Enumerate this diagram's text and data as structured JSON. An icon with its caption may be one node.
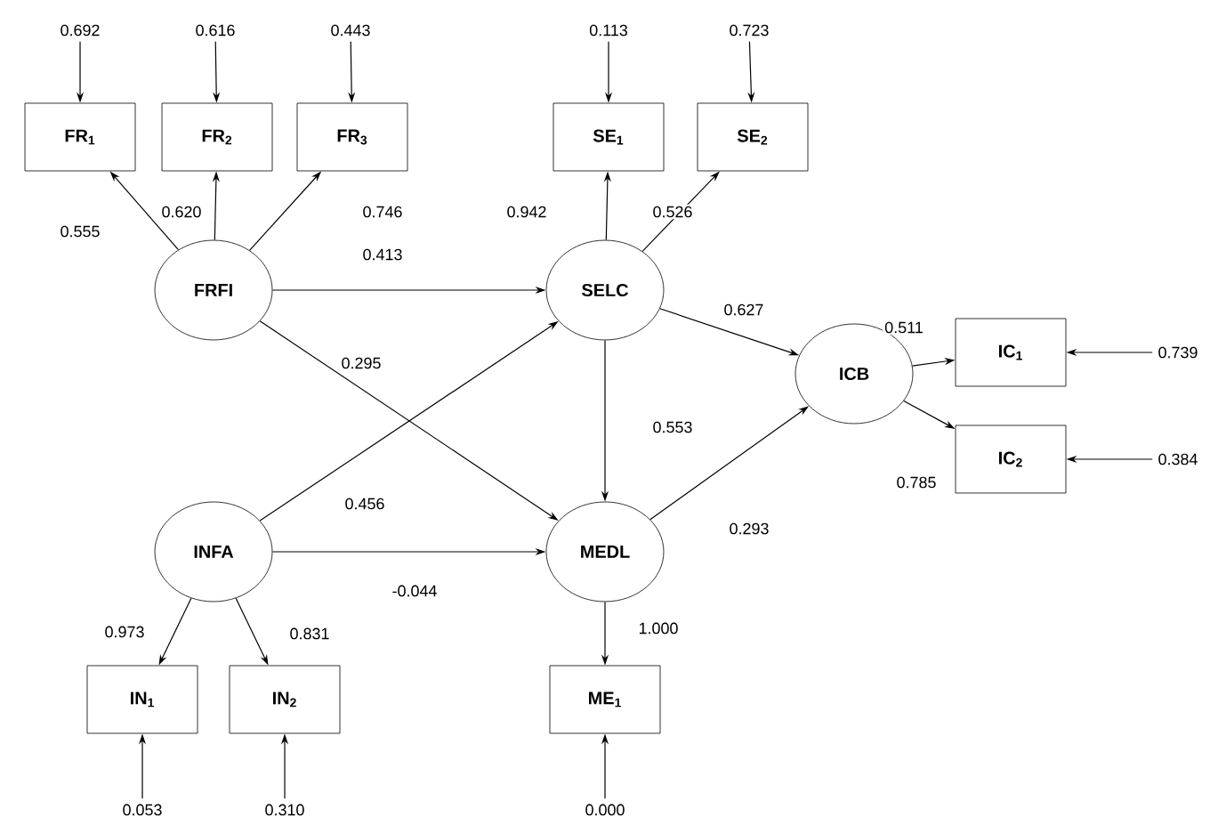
{
  "diagram": {
    "nodes": [
      {
        "text": [
          "0.692"
        ]
      },
      {
        "text": [
          "0.616"
        ]
      },
      {
        "text": [
          "0.443"
        ]
      },
      {
        "text": [
          "0.113"
        ]
      },
      {
        "text": [
          "0.723"
        ]
      },
      {
        "text": [
          "FR$_{1}$"
        ]
      },
      {
        "text": [
          "FR$_{2}$"
        ]
      },
      {
        "text": [
          "FR$_{3}$"
        ]
      },
      {
        "text": [
          "SE$_{1}$"
        ]
      },
      {
        "text": [
          "SE$_{2}$"
        ]
      },
      {
        "text": [
          "FRFI"
        ]
      },
      {
        "text": [
          "SELC"
        ]
      },
      {
        "text": [
          "ICB"
        ]
      },
      {
        "text": [
          "IC$_{1}$"
        ]
      },
      {
        "text": [
          "0.739"
        ]
      },
      {
        "text": [
          "IC$_{2}$"
        ]
      },
      {
        "text": [
          "0.384"
        ]
      },
      {
        "text": [
          "INFA"
        ]
      },
      {
        "text": [
          "MEDL"
        ]
      },
      {
        "text": [
          "IN$_{1}$"
        ]
      },
      {
        "text": [
          "IN$_{2}$"
        ]
      },
      {
        "text": [
          "ME$_{1}$"
        ]
      },
      {
        "text": [
          "0.053"
        ]
      },
      {
        "text": [
          "0.310"
        ]
      },
      {
        "text": [
          "0.000"
        ]
      }
    ],
    "edges": [
      {
        "from": 0,
        "to": 5,
        "arrow": "to"
      },
      {
        "from": 1,
        "to": 6,
        "arrow": "to"
      },
      {
        "from": 2,
        "to": 7,
        "arrow": "to"
      },
      {
        "from": 3,
        "to": 8,
        "arrow": "to"
      },
      {
        "from": 4,
        "to": 9,
        "arrow": "to"
      },
      {
        "from": 10,
        "to": 5,
        "arrow": "to",
        "label": "0.555"
      },
      {
        "from": 10,
        "to": 6,
        "arrow": "to",
        "label": "0.620"
      },
      {
        "from": 10,
        "to": 7,
        "arrow": "to",
        "label": "0.746"
      },
      {
        "from": 11,
        "to": 8,
        "arrow": "to",
        "label": "0.942"
      },
      {
        "from": 11,
        "to": 9,
        "arrow": "to",
        "label": "0.526"
      },
      {
        "from": 10,
        "to": 11,
        "arrow": "to",
        "label": "0.413"
      },
      {
        "from": 10,
        "to": 18,
        "arrow": "to",
        "label": "0.295"
      },
      {
        "from": 17,
        "to": 11,
        "arrow": "to",
        "label": "0.456"
      },
      {
        "from": 17,
        "to": 18,
        "arrow": "to",
        "label": "-0.044"
      },
      {
        "from": 11,
        "to": 18,
        "arrow": "to",
        "label": "0.553"
      },
      {
        "from": 11,
        "to": 12,
        "arrow": "to",
        "label": "0.627"
      },
      {
        "from": 18,
        "to": 12,
        "arrow": "to",
        "label": "0.293"
      },
      {
        "from": 12,
        "to": 13,
        "arrow": "to",
        "label": "0.511"
      },
      {
        "from": 12,
        "to": 15,
        "arrow": "to",
        "label": "0.785"
      },
      {
        "from": 14,
        "to": 13,
        "arrow": "to"
      },
      {
        "from": 16,
        "to": 15,
        "arrow": "to"
      },
      {
        "from": 17,
        "to": 19,
        "arrow": "to",
        "label": "0.973"
      },
      {
        "from": 17,
        "to": 20,
        "arrow": "to",
        "label": "0.831"
      },
      {
        "from": 18,
        "to": 21,
        "arrow": "to",
        "label": "1.000"
      },
      {
        "from": 22,
        "to": 19,
        "arrow": "to"
      },
      {
        "from": 23,
        "to": 20,
        "arrow": "to"
      },
      {
        "from": 24,
        "to": 21,
        "arrow": "to"
      }
    ]
  }
}
